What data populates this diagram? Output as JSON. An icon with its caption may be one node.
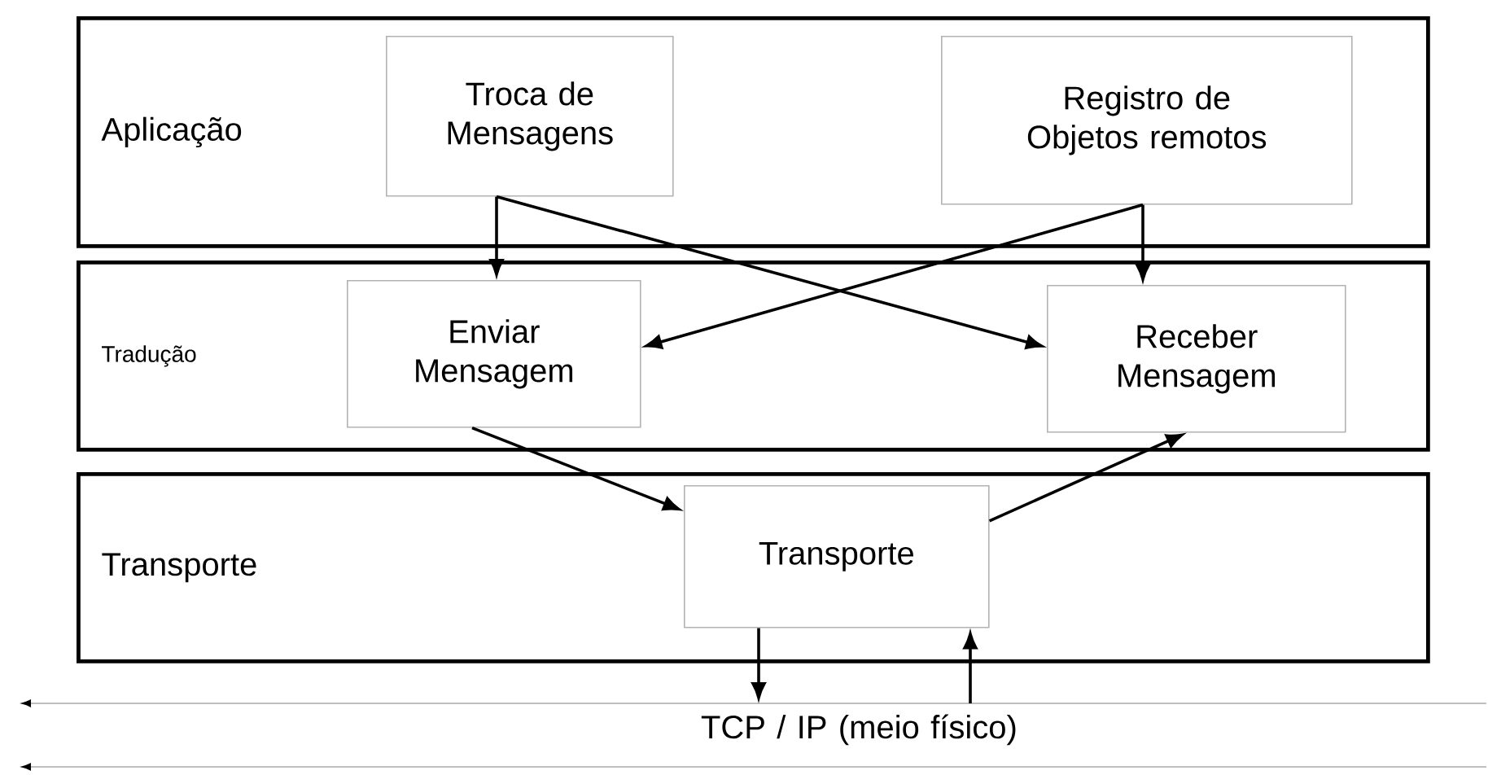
{
  "diagram": {
    "nodes": [
      {
        "text": [
          "Aplicação"
        ]
      },
      {
        "text": [
          "Troca de Mensagens"
        ],
        "in": 0
      },
      {
        "text": [
          "Registro de Objetos remotos"
        ],
        "in": 0
      },
      {
        "text": [
          "Tradução"
        ]
      },
      {
        "text": [
          "Enviar Mensagem"
        ],
        "in": 3
      },
      {
        "text": [
          "Receber Mensagem"
        ],
        "in": 3
      },
      {
        "text": [
          "Transporte"
        ]
      },
      {
        "text": [
          "Transporte"
        ],
        "in": 6
      },
      {
        "text": [
          "TCP / IP (meio físico)"
        ]
      }
    ],
    "edges": [
      {
        "from": 1,
        "to": 4,
        "arrow": "to"
      },
      {
        "from": 1,
        "to": 5,
        "arrow": "to"
      },
      {
        "from": 2,
        "to": 5,
        "arrow": "to"
      },
      {
        "from": 2,
        "to": 4,
        "arrow": "to"
      },
      {
        "from": 4,
        "to": 7,
        "arrow": "to"
      },
      {
        "from": 7,
        "to": 5,
        "arrow": "to"
      },
      {
        "from": 7,
        "to": 8,
        "arrow": "to"
      },
      {
        "from": 8,
        "to": 7,
        "arrow": "to"
      }
    ]
  }
}
